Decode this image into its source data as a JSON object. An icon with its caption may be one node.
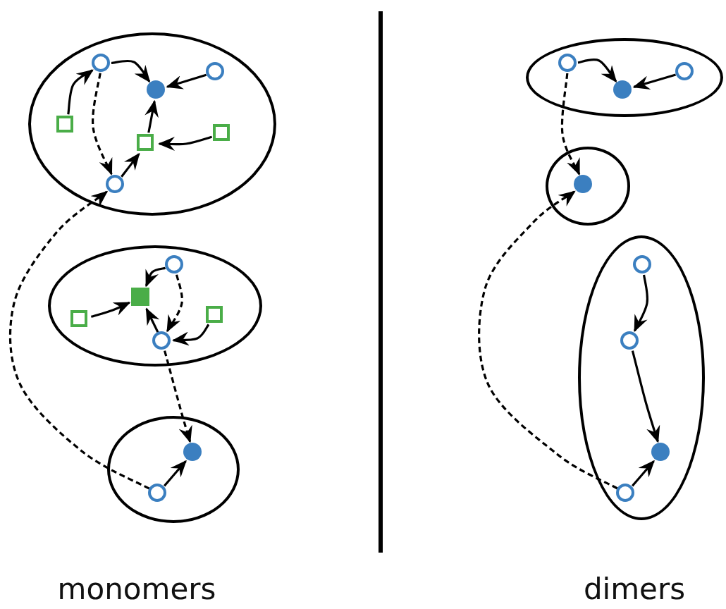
{
  "diagram": {
    "nodes": [
      {
        "text": [],
        "shape": "ellipse"
      },
      {
        "text": [],
        "shape": "ring",
        "in": 0
      },
      {
        "text": [],
        "shape": "dot",
        "in": 0
      },
      {
        "text": [],
        "shape": "ring",
        "in": 0
      },
      {
        "text": [],
        "shape": "box",
        "in": 0
      },
      {
        "text": [],
        "shape": "box",
        "in": 0
      },
      {
        "text": [],
        "shape": "box",
        "in": 0
      },
      {
        "text": [],
        "shape": "ring",
        "in": 0
      },
      {
        "text": [],
        "shape": "ellipse"
      },
      {
        "text": [],
        "shape": "ring",
        "in": 8
      },
      {
        "text": [],
        "shape": "block",
        "in": 8
      },
      {
        "text": [],
        "shape": "box",
        "in": 8
      },
      {
        "text": [],
        "shape": "box",
        "in": 8
      },
      {
        "text": [],
        "shape": "ring",
        "in": 8
      },
      {
        "text": [],
        "shape": "ellipse"
      },
      {
        "text": [],
        "shape": "dot",
        "in": 14
      },
      {
        "text": [],
        "shape": "ring",
        "in": 14
      },
      {
        "text": [],
        "shape": "ellipse"
      },
      {
        "text": [],
        "shape": "ring",
        "in": 17
      },
      {
        "text": [],
        "shape": "dot",
        "in": 17
      },
      {
        "text": [],
        "shape": "ring",
        "in": 17
      },
      {
        "text": [],
        "shape": "circle"
      },
      {
        "text": [],
        "shape": "dot",
        "in": 21
      },
      {
        "text": [],
        "shape": "ellipse"
      },
      {
        "text": [],
        "shape": "ring",
        "in": 23
      },
      {
        "text": [],
        "shape": "ring",
        "in": 23
      },
      {
        "text": [],
        "shape": "dot",
        "in": 23
      },
      {
        "text": [],
        "shape": "ring",
        "in": 23
      }
    ],
    "edges": [
      {
        "from": 4,
        "to": 1,
        "arrow": "to"
      },
      {
        "from": 1,
        "to": 2,
        "arrow": "to"
      },
      {
        "from": 3,
        "to": 2,
        "arrow": "to"
      },
      {
        "from": 1,
        "to": 7,
        "arrow": "to",
        "style": "dashed"
      },
      {
        "from": 7,
        "to": 5,
        "arrow": "to"
      },
      {
        "from": 6,
        "to": 5,
        "arrow": "to"
      },
      {
        "from": 5,
        "to": 2,
        "arrow": "to"
      },
      {
        "from": 9,
        "to": 10,
        "arrow": "to"
      },
      {
        "from": 9,
        "to": 13,
        "arrow": "to",
        "style": "dashed"
      },
      {
        "from": 11,
        "to": 10,
        "arrow": "to"
      },
      {
        "from": 12,
        "to": 13,
        "arrow": "to"
      },
      {
        "from": 13,
        "to": 10,
        "arrow": "to"
      },
      {
        "from": 13,
        "to": 15,
        "arrow": "to",
        "style": "dashed"
      },
      {
        "from": 16,
        "to": 15,
        "arrow": "to"
      },
      {
        "from": 16,
        "to": 7,
        "arrow": "to",
        "style": "dashed"
      },
      {
        "from": 18,
        "to": 19,
        "arrow": "to"
      },
      {
        "from": 20,
        "to": 19,
        "arrow": "to"
      },
      {
        "from": 18,
        "to": 22,
        "arrow": "to",
        "style": "dashed"
      },
      {
        "from": 27,
        "to": 22,
        "arrow": "to",
        "style": "dashed"
      },
      {
        "from": 24,
        "to": 25,
        "arrow": "to"
      },
      {
        "from": 25,
        "to": 26,
        "arrow": "to"
      },
      {
        "from": 27,
        "to": 26,
        "arrow": "to"
      }
    ],
    "labels": [
      "monomers",
      "dimers"
    ]
  }
}
